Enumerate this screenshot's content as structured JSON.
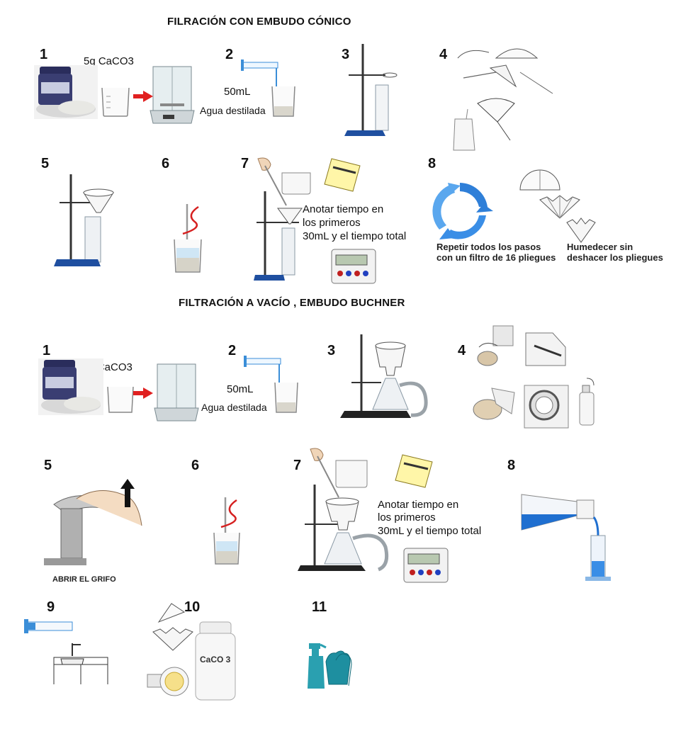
{
  "section1": {
    "title": "FILRACIÓN CON EMBUDO CÓNICO",
    "steps": {
      "s1": "1",
      "s2": "2",
      "s3": "3",
      "s4": "4",
      "s5": "5",
      "s6": "6",
      "s7": "7",
      "s8": "8"
    },
    "mass_label": "5g  CaCO3",
    "volume_label": "50mL",
    "water_label": "Agua destilada",
    "anotar_text": [
      "Anotar tiempo en",
      "los primeros",
      "30mL  y el tiempo total"
    ],
    "repeat_text": [
      "Repetir todos los pasos",
      "con un filtro de 16 pliegues"
    ],
    "humedecer_text": [
      "Humedecer sin",
      "deshacer los pliegues"
    ]
  },
  "section2": {
    "title": "FILTRACIÓN A VACÍO , EMBUDO BUCHNER",
    "steps": {
      "s1": "1",
      "s2": "2",
      "s3": "3",
      "s4": "4",
      "s5": "5",
      "s6": "6",
      "s7": "7",
      "s8": "8",
      "s9": "9",
      "s10": "10",
      "s11": "11"
    },
    "mass_label": "5g  CaCO3",
    "volume_label": "50mL",
    "water_label": "Agua destilada",
    "tap_label": "ABRIR EL GRIFO",
    "anotar_text": [
      "Anotar tiempo en",
      "los primeros",
      "30mL  y el tiempo total"
    ],
    "jar_label": "CaCO 3"
  },
  "colors": {
    "arrow_red": "#e02020",
    "stand_blue": "#1f4fa0",
    "cycle_blue": "#2f7fd8",
    "water_blue": "#1f6fd0",
    "teal": "#2aa0b0"
  }
}
